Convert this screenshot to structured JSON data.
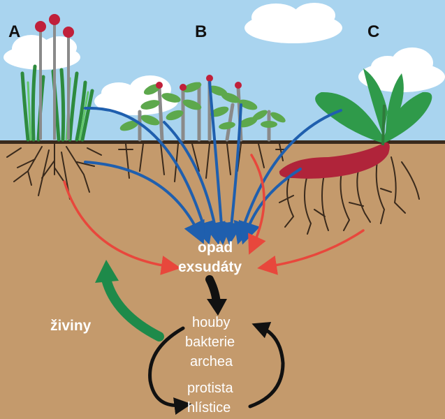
{
  "labels": {
    "plant_a": "A",
    "plant_b": "B",
    "plant_c": "C",
    "pool_litter": "opad",
    "pool_exudates": "exsudáty",
    "nutrients": "živiny",
    "organisms": [
      "houby",
      "bakterie",
      "archea",
      "protista",
      "hlístice"
    ]
  },
  "colors": {
    "sky": "#a9d4ef",
    "soil": "#c49a6c",
    "blue_arrow": "#1f5fae",
    "red_arrow": "#e8473c",
    "green_arrow": "#1e8a4a",
    "cycle_arrow": "#111111"
  }
}
